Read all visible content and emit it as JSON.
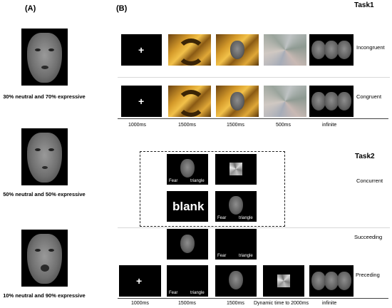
{
  "panels": {
    "a": "(A)",
    "b": "(B)"
  },
  "tasks": {
    "task1": "Task1",
    "task2": "Task2"
  },
  "captions": [
    "30% neutral and 70% expressive",
    "50% neutral and 50% expressive",
    "10% neutral and 90% expressive"
  ],
  "task1": {
    "rows": [
      "Incongruent",
      "Congruent"
    ],
    "timings": [
      "1000ms",
      "1500ms",
      "1500ms",
      "500ms",
      "infinite"
    ]
  },
  "task2": {
    "rows": [
      "Concurrent",
      "Succeeding",
      "Preceding"
    ],
    "timings": [
      "1000ms",
      "1500ms",
      "1500ms",
      "Dynamic time to 2000ms",
      "infinite"
    ],
    "fear_label": "Fear",
    "triangle_label": "triangle",
    "blank_label": "blank"
  },
  "fixation_symbol": "+"
}
